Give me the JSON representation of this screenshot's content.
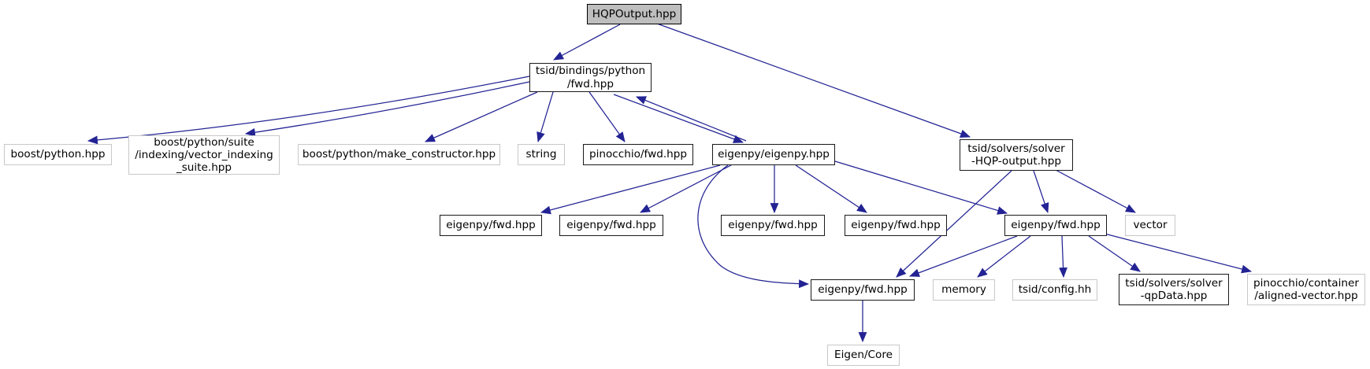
{
  "colors": {
    "edge": "#232394",
    "root_node_fill": "#bebebe",
    "linked_node_border": "#1a1a1a",
    "plain_node_border": "#c8c8c8",
    "background": "#ffffff"
  },
  "nodes": {
    "hqpoutput": {
      "label": "HQPOutput.hpp"
    },
    "bindings_fwd": {
      "label": "tsid/bindings/python\n/fwd.hpp"
    },
    "boost_python": {
      "label": "boost/python.hpp"
    },
    "vector_indexing": {
      "label": "boost/python/suite\n/indexing/vector_indexing\n_suite.hpp"
    },
    "make_constructor": {
      "label": "boost/python/make_constructor.hpp"
    },
    "string": {
      "label": "string"
    },
    "pinocchio_fwd": {
      "label": "pinocchio/fwd.hpp"
    },
    "eigenpy_eigenpy": {
      "label": "eigenpy/eigenpy.hpp"
    },
    "solver_hqp_output": {
      "label": "tsid/solvers/solver\n-HQP-output.hpp"
    },
    "eigenpy_fwd_1": {
      "label": "eigenpy/fwd.hpp"
    },
    "eigenpy_fwd_2": {
      "label": "eigenpy/fwd.hpp"
    },
    "eigenpy_fwd_3": {
      "label": "eigenpy/fwd.hpp"
    },
    "eigenpy_fwd_4": {
      "label": "eigenpy/fwd.hpp"
    },
    "eigenpy_fwd_5": {
      "label": "eigenpy/fwd.hpp"
    },
    "vector": {
      "label": "vector"
    },
    "eigenpy_fwd_main": {
      "label": "eigenpy/fwd.hpp"
    },
    "memory": {
      "label": "memory"
    },
    "tsid_config": {
      "label": "tsid/config.hh"
    },
    "solver_qpdata": {
      "label": "tsid/solvers/solver\n-qpData.hpp"
    },
    "aligned_vector": {
      "label": "pinocchio/container\n/aligned-vector.hpp"
    },
    "eigen_core": {
      "label": "Eigen/Core"
    }
  },
  "edges": [
    {
      "from": "hqpoutput",
      "to": "bindings_fwd"
    },
    {
      "from": "hqpoutput",
      "to": "solver_hqp_output"
    },
    {
      "from": "bindings_fwd",
      "to": "boost_python"
    },
    {
      "from": "bindings_fwd",
      "to": "vector_indexing"
    },
    {
      "from": "bindings_fwd",
      "to": "make_constructor"
    },
    {
      "from": "bindings_fwd",
      "to": "string"
    },
    {
      "from": "bindings_fwd",
      "to": "pinocchio_fwd"
    },
    {
      "from": "bindings_fwd",
      "to": "eigenpy_eigenpy"
    },
    {
      "from": "eigenpy_eigenpy",
      "to": "bindings_fwd"
    },
    {
      "from": "eigenpy_eigenpy",
      "to": "eigenpy_fwd_1"
    },
    {
      "from": "eigenpy_eigenpy",
      "to": "eigenpy_fwd_2"
    },
    {
      "from": "eigenpy_eigenpy",
      "to": "eigenpy_fwd_3"
    },
    {
      "from": "eigenpy_eigenpy",
      "to": "eigenpy_fwd_4"
    },
    {
      "from": "eigenpy_eigenpy",
      "to": "eigenpy_fwd_5"
    },
    {
      "from": "eigenpy_eigenpy",
      "to": "eigenpy_fwd_main"
    },
    {
      "from": "solver_hqp_output",
      "to": "eigenpy_fwd_main"
    },
    {
      "from": "solver_hqp_output",
      "to": "eigenpy_fwd_5"
    },
    {
      "from": "solver_hqp_output",
      "to": "vector"
    },
    {
      "from": "eigenpy_fwd_5",
      "to": "eigenpy_fwd_main"
    },
    {
      "from": "eigenpy_fwd_5",
      "to": "memory"
    },
    {
      "from": "eigenpy_fwd_5",
      "to": "tsid_config"
    },
    {
      "from": "eigenpy_fwd_5",
      "to": "solver_qpdata"
    },
    {
      "from": "eigenpy_fwd_5",
      "to": "aligned_vector"
    },
    {
      "from": "eigenpy_fwd_main",
      "to": "eigen_core"
    }
  ]
}
